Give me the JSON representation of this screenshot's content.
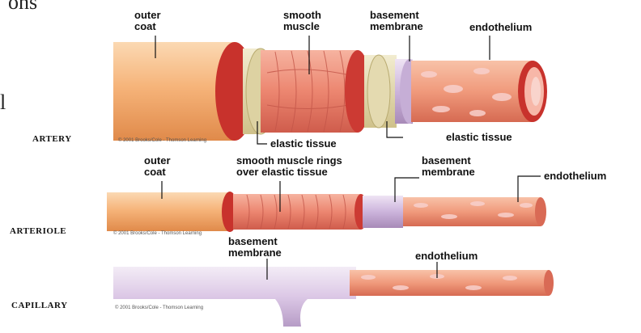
{
  "page_fragments": {
    "top_left": "ons",
    "left_mid": "l"
  },
  "artery": {
    "name": "ARTERY",
    "credit": "© 2001 Brooks/Cole - Thomson Learning",
    "labels": {
      "outer_coat": "outer\ncoat",
      "smooth_muscle": "smooth\nmuscle",
      "basement_membrane": "basement\nmembrane",
      "endothelium": "endothelium",
      "elastic_tissue_inner": "elastic tissue",
      "elastic_tissue_outer": "elastic tissue"
    }
  },
  "arteriole": {
    "name": "ARTERIOLE",
    "credit": "© 2001 Brooks/Cole - Thomson Learning",
    "labels": {
      "outer_coat": "outer\ncoat",
      "smooth_muscle_rings": "smooth muscle rings\nover elastic tissue",
      "basement_membrane": "basement\nmembrane",
      "endothelium": "endothelium"
    }
  },
  "capillary": {
    "name": "CAPILLARY",
    "credit": "© 2001 Brooks/Cole - Thomson Learning",
    "labels": {
      "basement_membrane": "basement\nmembrane",
      "endothelium": "endothelium"
    }
  },
  "colors": {
    "outer_coat": "#f4b47e",
    "outer_coat_light": "#fbe0c4",
    "red_ring": "#d8403a",
    "muscle": "#ec8a78",
    "muscle_line": "#c8574a",
    "elastic": "#e6dcb0",
    "membrane": "#cdb6dc",
    "endothelium": "#f0a486",
    "cell": "#f6c4c0",
    "capillary_membrane": "#e2d2ea"
  }
}
